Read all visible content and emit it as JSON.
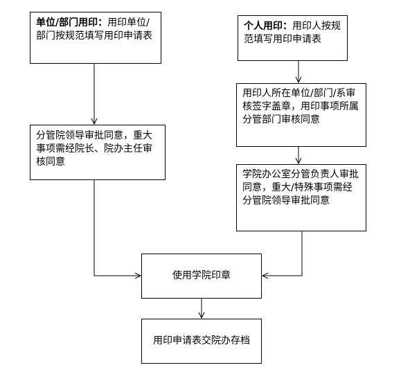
{
  "flowchart": {
    "unit_stamp": {
      "heading": "单位/部门用印：",
      "body": "用印单位/部门按规范填写用印申请表"
    },
    "unit_approval": "分管院领导审批同意，重大事项需经院长、院办主任审核同意",
    "personal_stamp": {
      "heading": "个人用印：",
      "body": "用印人按规范填写用印申请表"
    },
    "personal_dept_review": "用印人所在单位/部门/系审核签字盖章，用印事项所属分管部门审核同意",
    "office_approval": "学院办公室分管负责人审批同意，重大/特殊事项需经分管院领导审批同意",
    "use_seal": "使用学院印章",
    "archive": "用印申请表交院办存档"
  }
}
